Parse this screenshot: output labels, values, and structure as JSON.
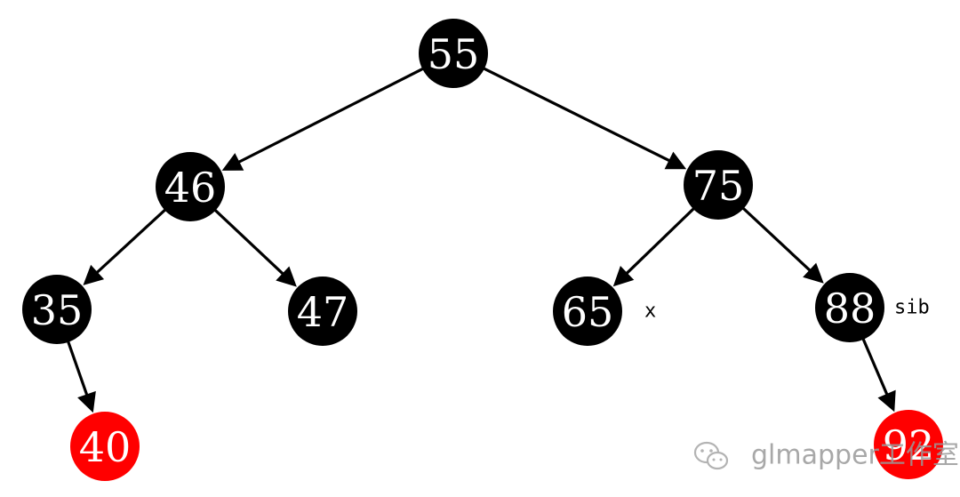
{
  "nodes": [
    {
      "id": "n55",
      "label": "55",
      "color": "black"
    },
    {
      "id": "n46",
      "label": "46",
      "color": "black"
    },
    {
      "id": "n75",
      "label": "75",
      "color": "black"
    },
    {
      "id": "n35",
      "label": "35",
      "color": "black"
    },
    {
      "id": "n47",
      "label": "47",
      "color": "black"
    },
    {
      "id": "n65",
      "label": "65",
      "color": "black",
      "tag": "x"
    },
    {
      "id": "n88",
      "label": "88",
      "color": "black",
      "tag": "sib"
    },
    {
      "id": "n40",
      "label": "40",
      "color": "red"
    },
    {
      "id": "n92",
      "label": "92",
      "color": "red"
    }
  ],
  "edges": [
    {
      "from": "n55",
      "to": "n46"
    },
    {
      "from": "n55",
      "to": "n75"
    },
    {
      "from": "n46",
      "to": "n35"
    },
    {
      "from": "n46",
      "to": "n47"
    },
    {
      "from": "n75",
      "to": "n65"
    },
    {
      "from": "n75",
      "to": "n88"
    },
    {
      "from": "n35",
      "to": "n40"
    },
    {
      "from": "n88",
      "to": "n92"
    }
  ],
  "colors": {
    "black": "#000000",
    "red": "#ff0000",
    "text": "#ffffff"
  },
  "watermark": {
    "text": "glmapper工作室",
    "icon": "wechat-icon"
  }
}
